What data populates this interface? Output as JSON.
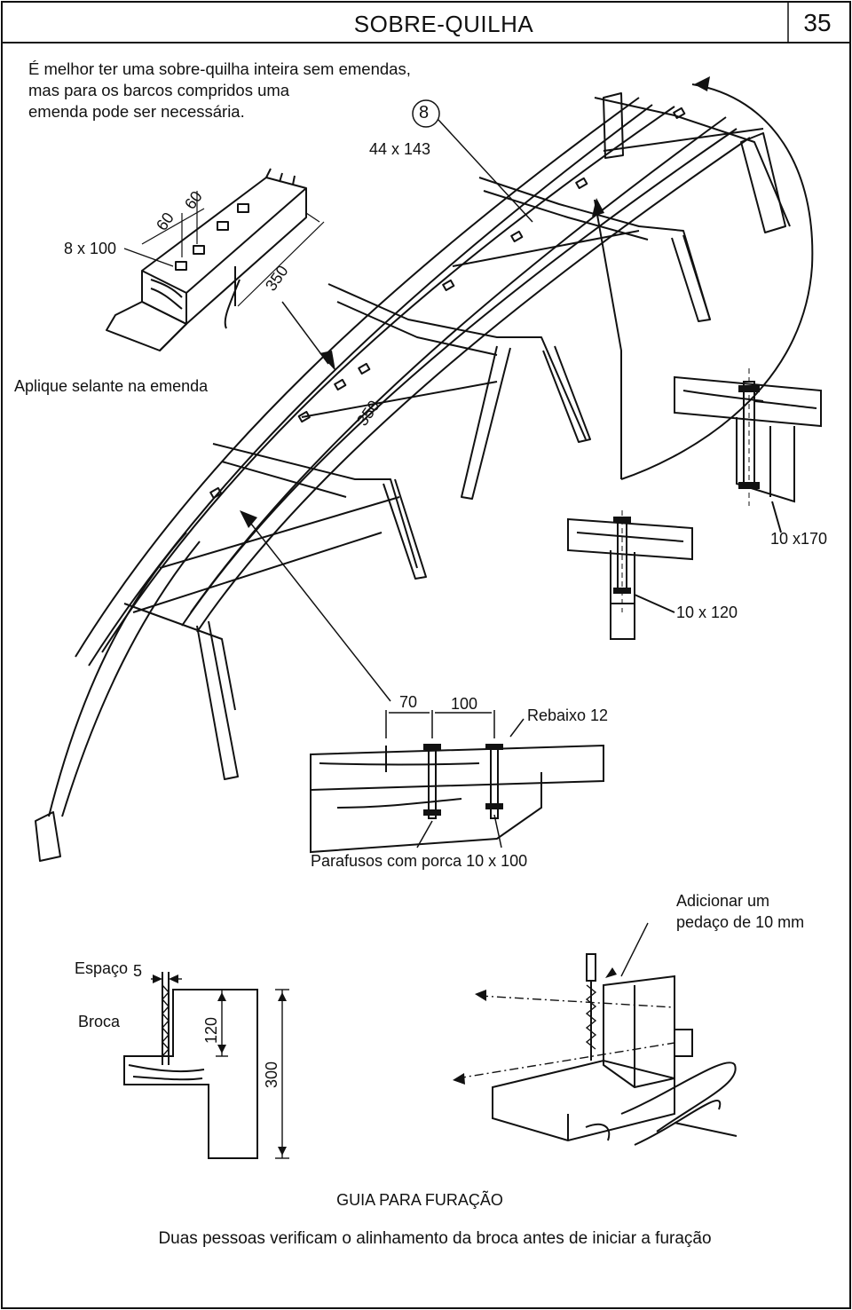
{
  "header": {
    "title": "SOBRE-QUILHA",
    "page_number": "35"
  },
  "intro": {
    "line1": "É melhor ter uma sobre-quilha inteira sem emendas,",
    "line2": "mas para os barcos compridos uma",
    "line3": "emenda pode ser necessária."
  },
  "labels": {
    "part_number": "8",
    "timber_size": "44 x 143",
    "plate_size": "8 x 100",
    "dim_60a": "60",
    "dim_60b": "60",
    "dim_350a": "350",
    "dim_350b": "350",
    "sealant": "Aplique selante na emenda",
    "bolt_10x170": "10 x170",
    "bolt_10x120": "10 x 120",
    "dim_70": "70",
    "dim_100": "100",
    "rebate": "Rebaixo 12",
    "bolts_nut": "Parafusos  com porca 10 x 100",
    "add_piece_1": "Adicionar um",
    "add_piece_2": "pedaço de 10 mm",
    "gap": "Espaço",
    "gap_value": "5",
    "drill": "Broca",
    "dim_120": "120",
    "dim_300": "300"
  },
  "footer": {
    "guide_title": "GUIA PARA FURAÇÃO",
    "note": "Duas pessoas verificam o alinhamento da broca antes de iniciar a furação"
  }
}
